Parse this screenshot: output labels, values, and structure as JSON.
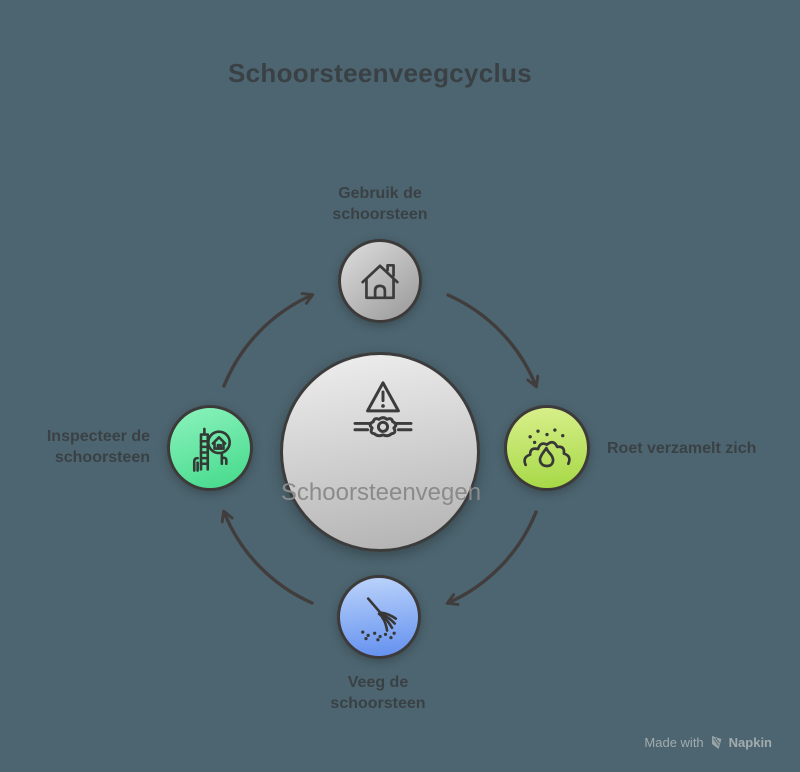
{
  "title": "Schoorsteenveegcyclus",
  "diagram": {
    "type": "cycle",
    "flow": "clockwise",
    "center": {
      "label": "Schoorsteenvegen",
      "icon": "chimney-soot-warning-icon",
      "fill_top": "#f0efef",
      "fill_bottom": "#b2b1b1"
    },
    "nodes": [
      {
        "position": "top",
        "label": "Gebruik de\nschoorsteen",
        "icon": "house-icon",
        "fill_top": "#dedede",
        "fill_bottom": "#989898"
      },
      {
        "position": "right",
        "label": "Roet verzamelt zich",
        "icon": "soot-flame-icon",
        "fill_top": "#d9f08c",
        "fill_bottom": "#a5d845"
      },
      {
        "position": "bottom",
        "label": "Veeg de\nschoorsteen",
        "icon": "broom-sweep-icon",
        "fill_top": "#bcd4fb",
        "fill_bottom": "#6390ef"
      },
      {
        "position": "left",
        "label": "Inspecteer de\nschoorsteen",
        "icon": "chimney-inspect-icon",
        "fill_top": "#8cf3bd",
        "fill_bottom": "#43d98a"
      }
    ]
  },
  "watermark": {
    "prefix": "Made with",
    "logo": "napkin-logo",
    "brand": "Napkin"
  },
  "colors": {
    "background": "#4d6570",
    "outline_and_arrows": "#413d3d",
    "title_text": "#3a4145",
    "label_text": "#3a4145",
    "center_text": "#8b8b8b",
    "watermark_text": "#a2acae"
  }
}
